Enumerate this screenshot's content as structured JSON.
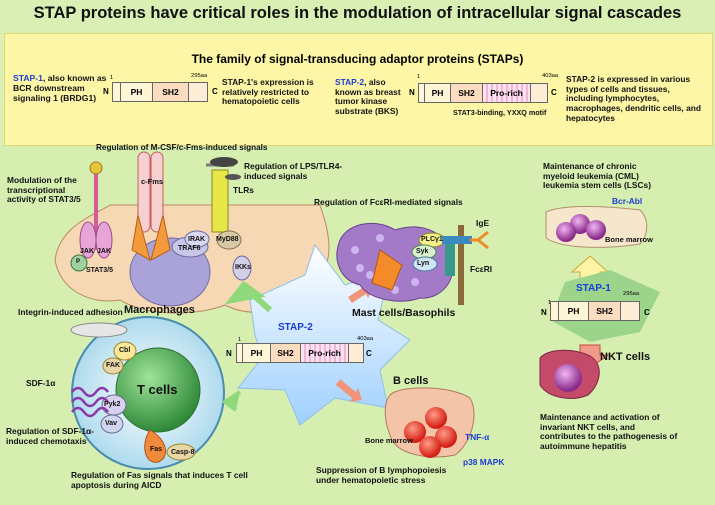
{
  "title": "STAP proteins have critical roles in the modulation of intracellular signal cascades",
  "family": {
    "heading": "The family of signal-transducing adaptor proteins (STAPs)",
    "stap1": {
      "name": "STAP-1",
      "desc": ", also known as BCR downstream signaling 1 (BRDG1)",
      "expr": "STAP-1's expression is relatively restricted to hematopoietic cells",
      "domains": [
        "PH",
        "SH2"
      ],
      "n": "N",
      "c": "C",
      "start": "1",
      "end": "295aa"
    },
    "stap2": {
      "name": "STAP-2",
      "desc": ", also known as breast tumor kinase substrate (BKS)",
      "expr": "STAP-2 is expressed in various types of cells and tissues, including lymphocytes, macrophages, dendritic cells, and hepatocytes",
      "domains": [
        "PH",
        "SH2",
        "Pro-rich"
      ],
      "n": "N",
      "c": "C",
      "start": "1",
      "end": "403aa",
      "motif": "STAT3-binding, YXXQ motif"
    }
  },
  "macrophage": {
    "mcsf": "Regulation of  M-CSF/c-Fms-induced signals",
    "lps": "Regulation of LPS/TLR4-induced signals",
    "tlrs": "TLRs",
    "stat_mod": "Modulation of the transcriptional activity of STAT3/5",
    "jak1": "JAK",
    "jak2": "JAK",
    "cfms": "c-Fms",
    "irak": "IRAK",
    "myd88": "MyD88",
    "traf6": "TRAF6",
    "ikks": "IKKs",
    "stat35": "STAT3/5",
    "p": "P",
    "label": "Macrophages"
  },
  "tcell": {
    "integrin": "Integrin-induced adhesion",
    "cbl": "Cbl",
    "fak": "FAK",
    "pyk2": "Pyk2",
    "vav": "Vav",
    "sdf": "SDF-1α",
    "sdf_reg": "Regulation of SDF-1α-induced chemotaxis",
    "fas": "Fas",
    "casp8": "Casp-8",
    "label": "T cells",
    "fas_reg": "Regulation of Fas signals that induces T cell apoptosis during AICD"
  },
  "center": {
    "name": "STAP-2",
    "domains": [
      "PH",
      "SH2",
      "Pro-rich"
    ],
    "n": "N",
    "c": "C",
    "start": "1",
    "end": "403aa"
  },
  "mast": {
    "reg": "Regulation of FcεRI-mediated signals",
    "plc": "PLCγ1",
    "syk": "Syk",
    "lyn": "Lyn",
    "ige": "IgE",
    "fceri": "FcεRI",
    "label": "Mast cells/Basophils"
  },
  "bcell": {
    "label": "B cells",
    "marrow": "Bone marrow",
    "tnf": "TNF-α",
    "p38": "p38 MAPK",
    "supp": "Suppression of  B lymphopoiesis under hematopoietic stress"
  },
  "cml": {
    "maint": "Maintenance of chronic myeloid leukemia (CML) leukemia stem cells (LSCs)",
    "bcrabl": "Bcr-Abl",
    "marrow": "Bone marrow"
  },
  "right_stap1": {
    "name": "STAP-1",
    "domains": [
      "PH",
      "SH2"
    ],
    "n": "N",
    "c": "C",
    "start": "1",
    "end": "295aa"
  },
  "nkt": {
    "label": "NKT cells",
    "desc": "Maintenance and activation of invariant NKT cells, and contributes to the pathogenesis of autoimmune hepatitis"
  }
}
